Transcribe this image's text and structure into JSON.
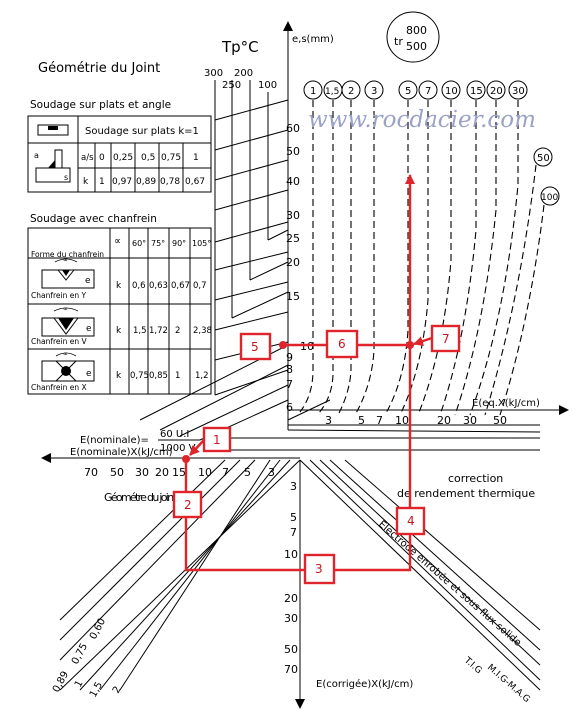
{
  "title_tp": "Tp°C",
  "axis_es": "e,s(mm)",
  "tr_label": "tr",
  "tr_top": "800",
  "tr_bottom": "500",
  "watermark": "www.rocdacier.com",
  "geometry_title": "Géométrie du Joint",
  "plates_title": "Soudage sur plats et angle",
  "plates_table": {
    "header_label": "Soudage sur plats k=1",
    "row1_label": "a/s",
    "row1": [
      "0",
      "0,25",
      "0,5",
      "0,75",
      "1"
    ],
    "row2_label": "k",
    "row2": [
      "1",
      "0,97",
      "0,89",
      "0,78",
      "0,67"
    ],
    "sym_a": "a",
    "sym_s": "s"
  },
  "chamfer_title": "Soudage avec chanfrein",
  "chamfer_table": {
    "col_shape": "Forme du chanfrein",
    "col_alpha": "∝",
    "angles": [
      "60°",
      "75°",
      "90°",
      "105°"
    ],
    "rows": [
      {
        "name": "Chanfrein en Y",
        "k": "k",
        "values": [
          "0,6",
          "0,63",
          "0,67",
          "0,7"
        ]
      },
      {
        "name": "Chanfrein en V",
        "k": "k",
        "values": [
          "1,5",
          "1,72",
          "2",
          "2,38"
        ]
      },
      {
        "name": "Chanfrein en X",
        "k": "k",
        "values": [
          "0,75",
          "0,85",
          "1",
          "1,2"
        ]
      }
    ],
    "sym_e": "e",
    "sym_alpha": "∝"
  },
  "tp_ticks": [
    "300",
    "250",
    "200",
    "100"
  ],
  "es_ticks": [
    "60",
    "50",
    "40",
    "30",
    "25",
    "20",
    "15",
    "10",
    "9",
    "8",
    "7",
    "6"
  ],
  "circle_labels": [
    "1",
    "1,5",
    "2",
    "3",
    "5",
    "7",
    "10",
    "15",
    "20",
    "30",
    "50",
    "100"
  ],
  "e_eq_label": "E(eq.X(kJ/cm)",
  "e_eq_ticks": [
    "3",
    "5",
    "7",
    "10",
    "20",
    "30",
    "50"
  ],
  "e_nominal_formula_left": "E(nominale)=",
  "e_nominal_formula_num": "60 U.I",
  "e_nominal_formula_den": "1000 V",
  "e_nominal_axis": "E(nominale)X(kJ/cm)",
  "e_nominal_ticks": [
    "70",
    "50",
    "30",
    "20",
    "15",
    "10",
    "7",
    "5",
    "3"
  ],
  "geometry_joint_k": "Géométre du joint K",
  "correction_1": "correction",
  "correction_2": "de rendement thermique",
  "e_corr_ticks": [
    "3",
    "5",
    "7",
    "10",
    "20",
    "30",
    "50",
    "70"
  ],
  "e_corr_label": "E(corrigée)X(kJ/cm)",
  "k_ticks": [
    "0,60",
    "0,75",
    "0,89",
    "1",
    "1,5",
    "2"
  ],
  "process_1": "Electrode enrobée et sous flux solide",
  "process_2": "T.I.G",
  "process_3": "M.I.G-M.A.G",
  "steps": [
    "1",
    "2",
    "3",
    "4",
    "5",
    "6",
    "7"
  ]
}
